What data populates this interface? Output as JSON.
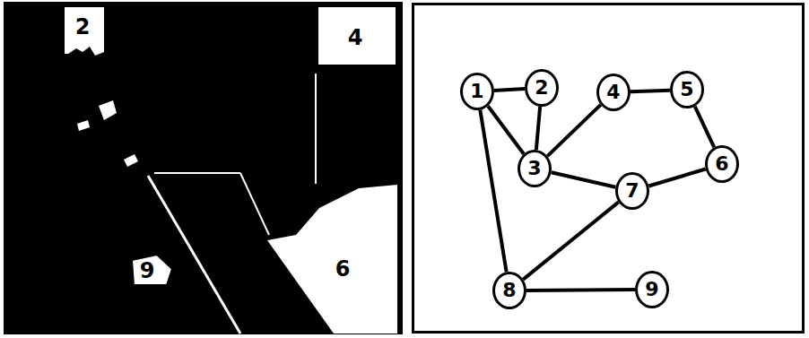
{
  "diagram": {
    "nodes": [
      {
        "text": [
          "1"
        ]
      },
      {
        "text": [
          "2"
        ]
      },
      {
        "text": [
          "3"
        ]
      },
      {
        "text": [
          "4"
        ]
      },
      {
        "text": [
          "5"
        ]
      },
      {
        "text": [
          "6"
        ]
      },
      {
        "text": [
          "7"
        ]
      },
      {
        "text": [
          "8"
        ]
      },
      {
        "text": [
          "9"
        ]
      }
    ],
    "edges": [
      {
        "from": 0,
        "to": 1,
        "arrow": "none"
      },
      {
        "from": 0,
        "to": 2,
        "arrow": "none"
      },
      {
        "from": 1,
        "to": 2,
        "arrow": "none"
      },
      {
        "from": 0,
        "to": 7,
        "arrow": "none"
      },
      {
        "from": 2,
        "to": 3,
        "arrow": "none"
      },
      {
        "from": 3,
        "to": 4,
        "arrow": "none"
      },
      {
        "from": 4,
        "to": 5,
        "arrow": "none"
      },
      {
        "from": 2,
        "to": 6,
        "arrow": "none"
      },
      {
        "from": 5,
        "to": 6,
        "arrow": "none"
      },
      {
        "from": 6,
        "to": 7,
        "arrow": "none"
      },
      {
        "from": 7,
        "to": 8,
        "arrow": "none"
      }
    ],
    "labels": [
      "2",
      "4",
      "6",
      "9"
    ]
  }
}
